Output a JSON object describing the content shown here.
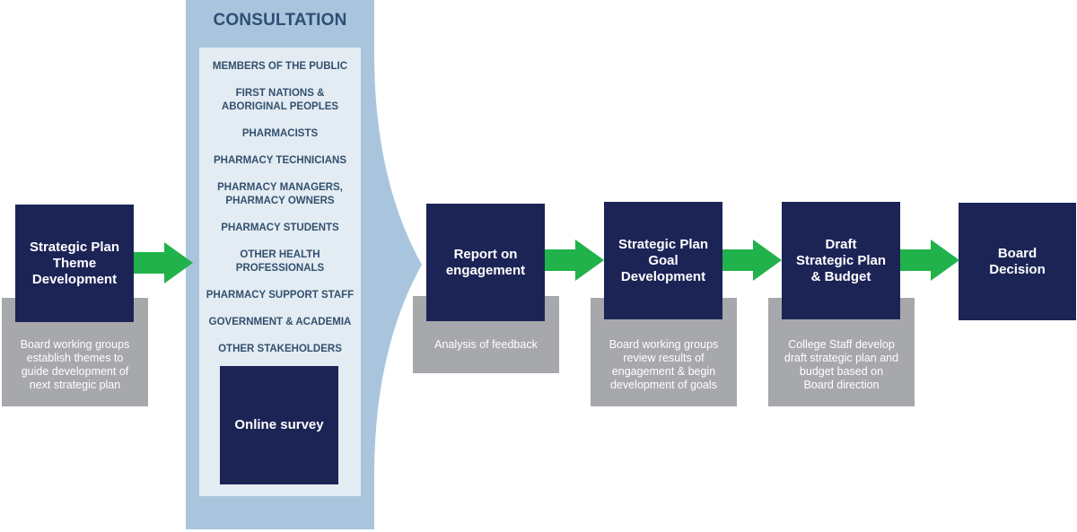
{
  "step1": {
    "title": "Strategic Plan\nTheme\nDevelopment",
    "caption": "Board working groups\nestablish themes to\nguide development of\nnext strategic plan"
  },
  "consultation": {
    "title": "CONSULTATION",
    "stakeholders": [
      "MEMBERS OF THE PUBLIC",
      "FIRST NATIONS &\nABORIGINAL PEOPLES",
      "PHARMACISTS",
      "PHARMACY TECHNICIANS",
      "PHARMACY MANAGERS,\nPHARMACY OWNERS",
      "PHARMACY STUDENTS",
      "OTHER HEALTH\nPROFESSIONALS",
      "PHARMACY SUPPORT STAFF",
      "GOVERNMENT & ACADEMIA",
      "OTHER STAKEHOLDERS"
    ],
    "survey": "Online survey"
  },
  "step2": {
    "title": "Report on\nengagement",
    "caption": "Analysis of feedback"
  },
  "step3": {
    "title": "Strategic Plan\nGoal\nDevelopment",
    "caption": "Board working groups\nreview results of\nengagement & begin\ndevelopment of goals"
  },
  "step4": {
    "title": "Draft\nStrategic Plan\n& Budget",
    "caption": "College Staff develop\ndraft strategic plan and\nbudget based on\nBoard direction"
  },
  "step5": {
    "title": "Board\nDecision"
  },
  "colors": {
    "navy": "#1c2456",
    "grey": "#a7a8ab",
    "green": "#21b24b",
    "light_blue": "#a9c5de",
    "pale_blue": "#e3ecf3"
  }
}
